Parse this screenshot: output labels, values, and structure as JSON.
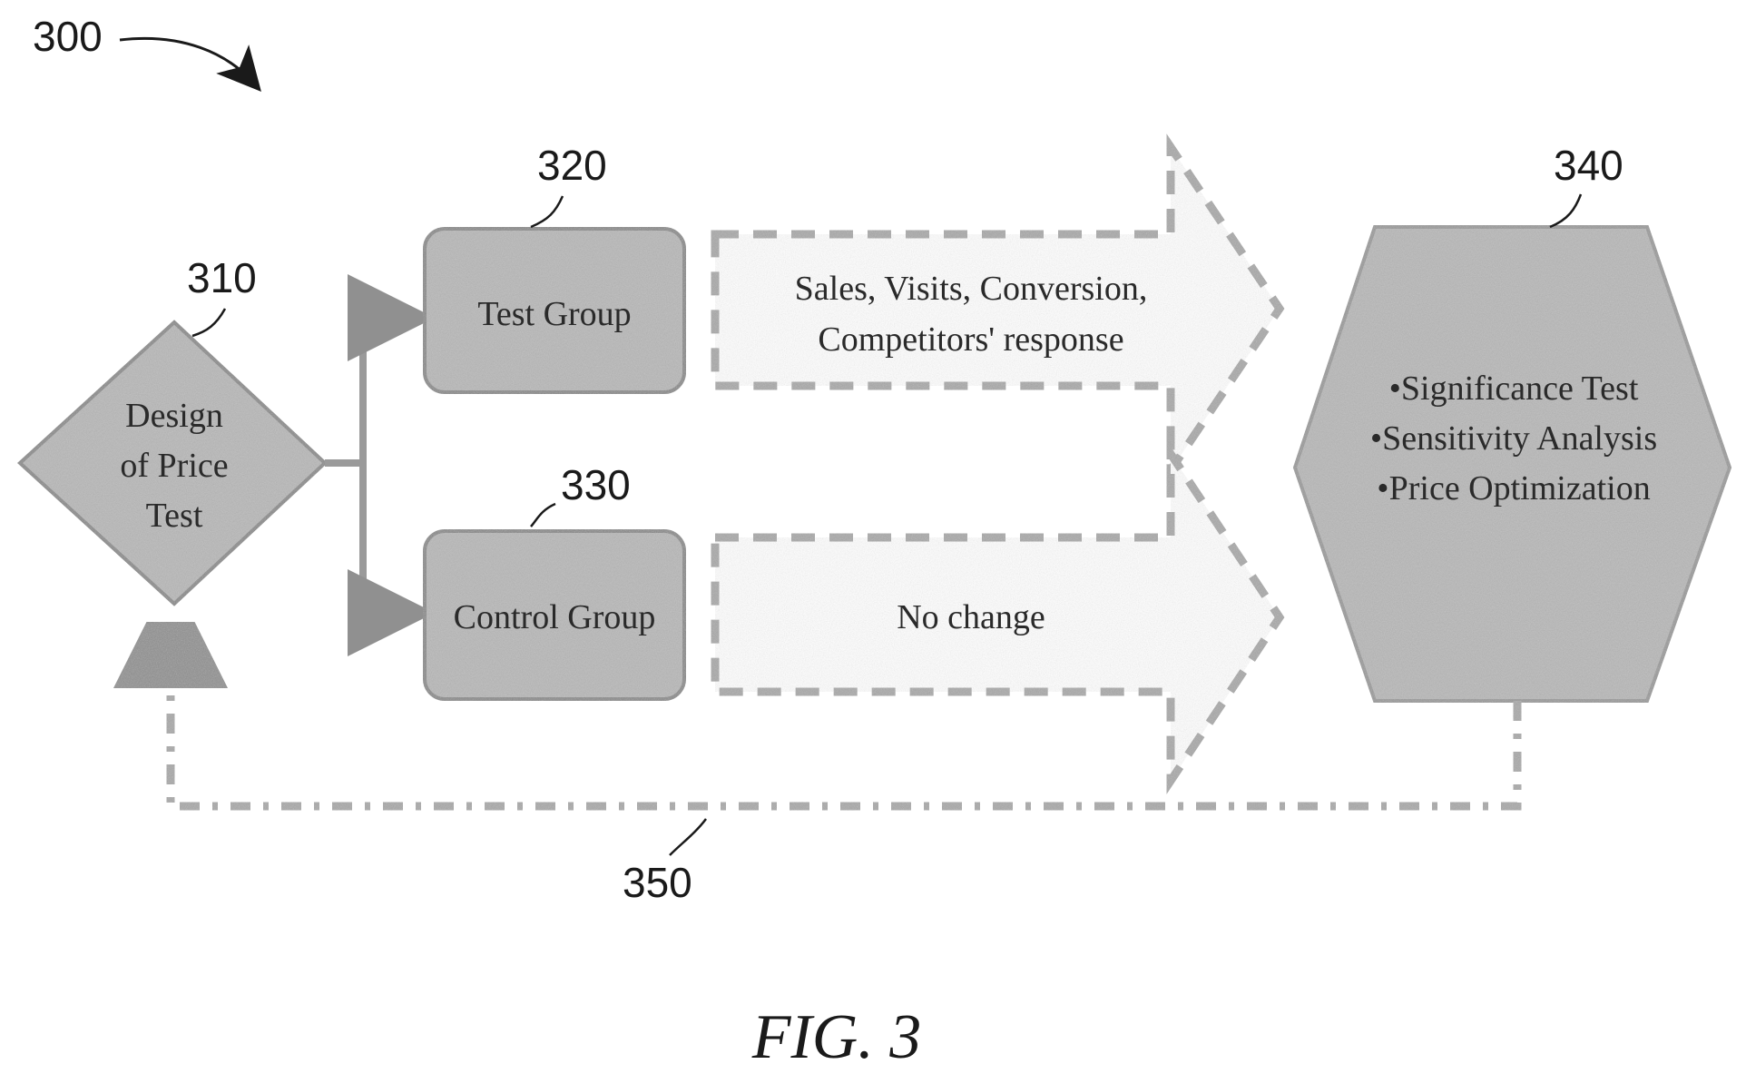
{
  "figure": {
    "ref_label": "300",
    "caption": "FIG. 3"
  },
  "nodes": {
    "design": {
      "ref": "310",
      "lines": [
        "Design",
        "of Price",
        "Test"
      ]
    },
    "test_group": {
      "ref": "320",
      "label": "Test Group"
    },
    "control_group": {
      "ref": "330",
      "label": "Control Group"
    },
    "analysis": {
      "ref": "340",
      "items": [
        "•Significance Test",
        "•Sensitivity Analysis",
        "•Price Optimization"
      ]
    }
  },
  "flows": {
    "test_metrics": [
      "Sales, Visits, Conversion,",
      "Competitors' response"
    ],
    "control_metrics": "No change",
    "feedback_ref": "350"
  },
  "colors": {
    "box_fill": "#b8b8b8",
    "box_stroke": "#8a8a8a",
    "dashed_stroke": "#a9a9a9",
    "text": "#2a2a2a"
  }
}
